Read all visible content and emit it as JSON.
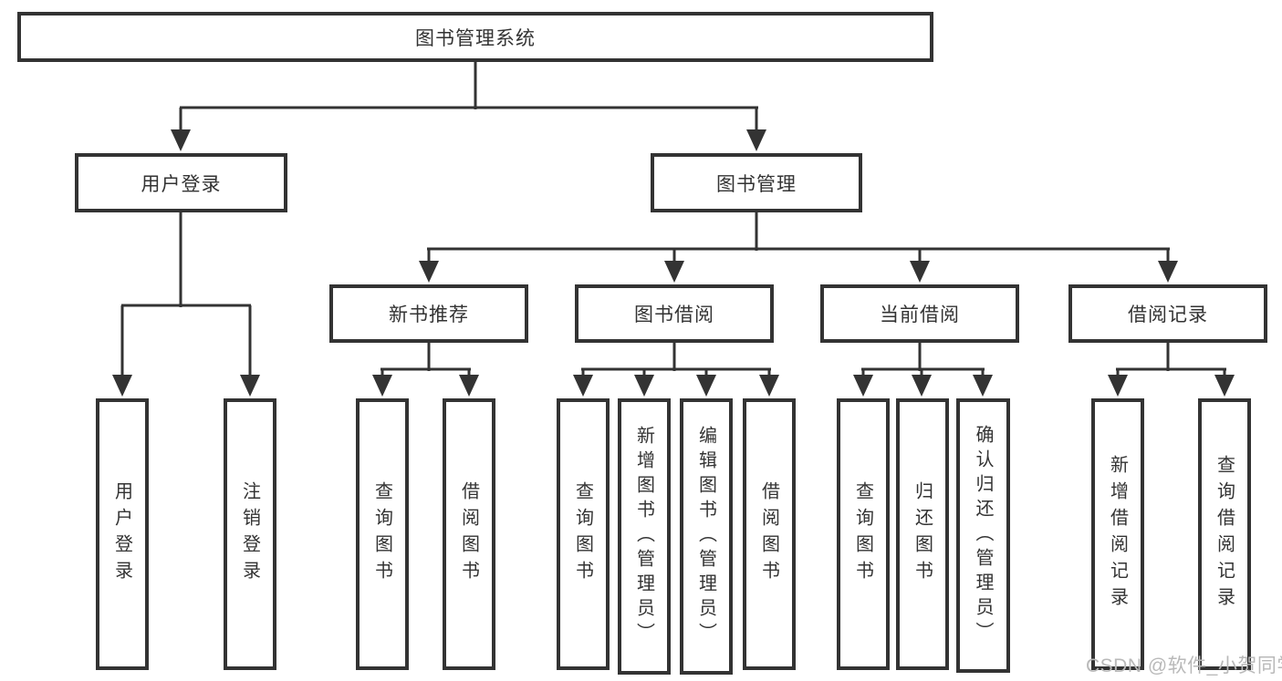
{
  "tree": {
    "root": {
      "label": "图书管理系统",
      "children": [
        {
          "label": "用户登录",
          "children": [
            {
              "label": "用户登录"
            },
            {
              "label": "注销登录"
            }
          ]
        },
        {
          "label": "图书管理",
          "children": [
            {
              "label": "新书推荐",
              "children": [
                {
                  "label": "查询图书"
                },
                {
                  "label": "借阅图书"
                }
              ]
            },
            {
              "label": "图书借阅",
              "children": [
                {
                  "label": "查询图书"
                },
                {
                  "label": "新增图书（管理员）"
                },
                {
                  "label": "编辑图书（管理员）"
                },
                {
                  "label": "借阅图书"
                }
              ]
            },
            {
              "label": "当前借阅",
              "children": [
                {
                  "label": "查询图书"
                },
                {
                  "label": "归还图书"
                },
                {
                  "label": "确认归还（管理员）"
                }
              ]
            },
            {
              "label": "借阅记录",
              "children": [
                {
                  "label": "新增借阅记录"
                },
                {
                  "label": "查询借阅记录"
                }
              ]
            }
          ]
        }
      ]
    }
  },
  "watermark": {
    "text": "CSDN @软件_小贺同学",
    "color": "#b9b9b9"
  },
  "colors": {
    "line": "#333333",
    "text": "#333333",
    "background": "#ffffff"
  }
}
